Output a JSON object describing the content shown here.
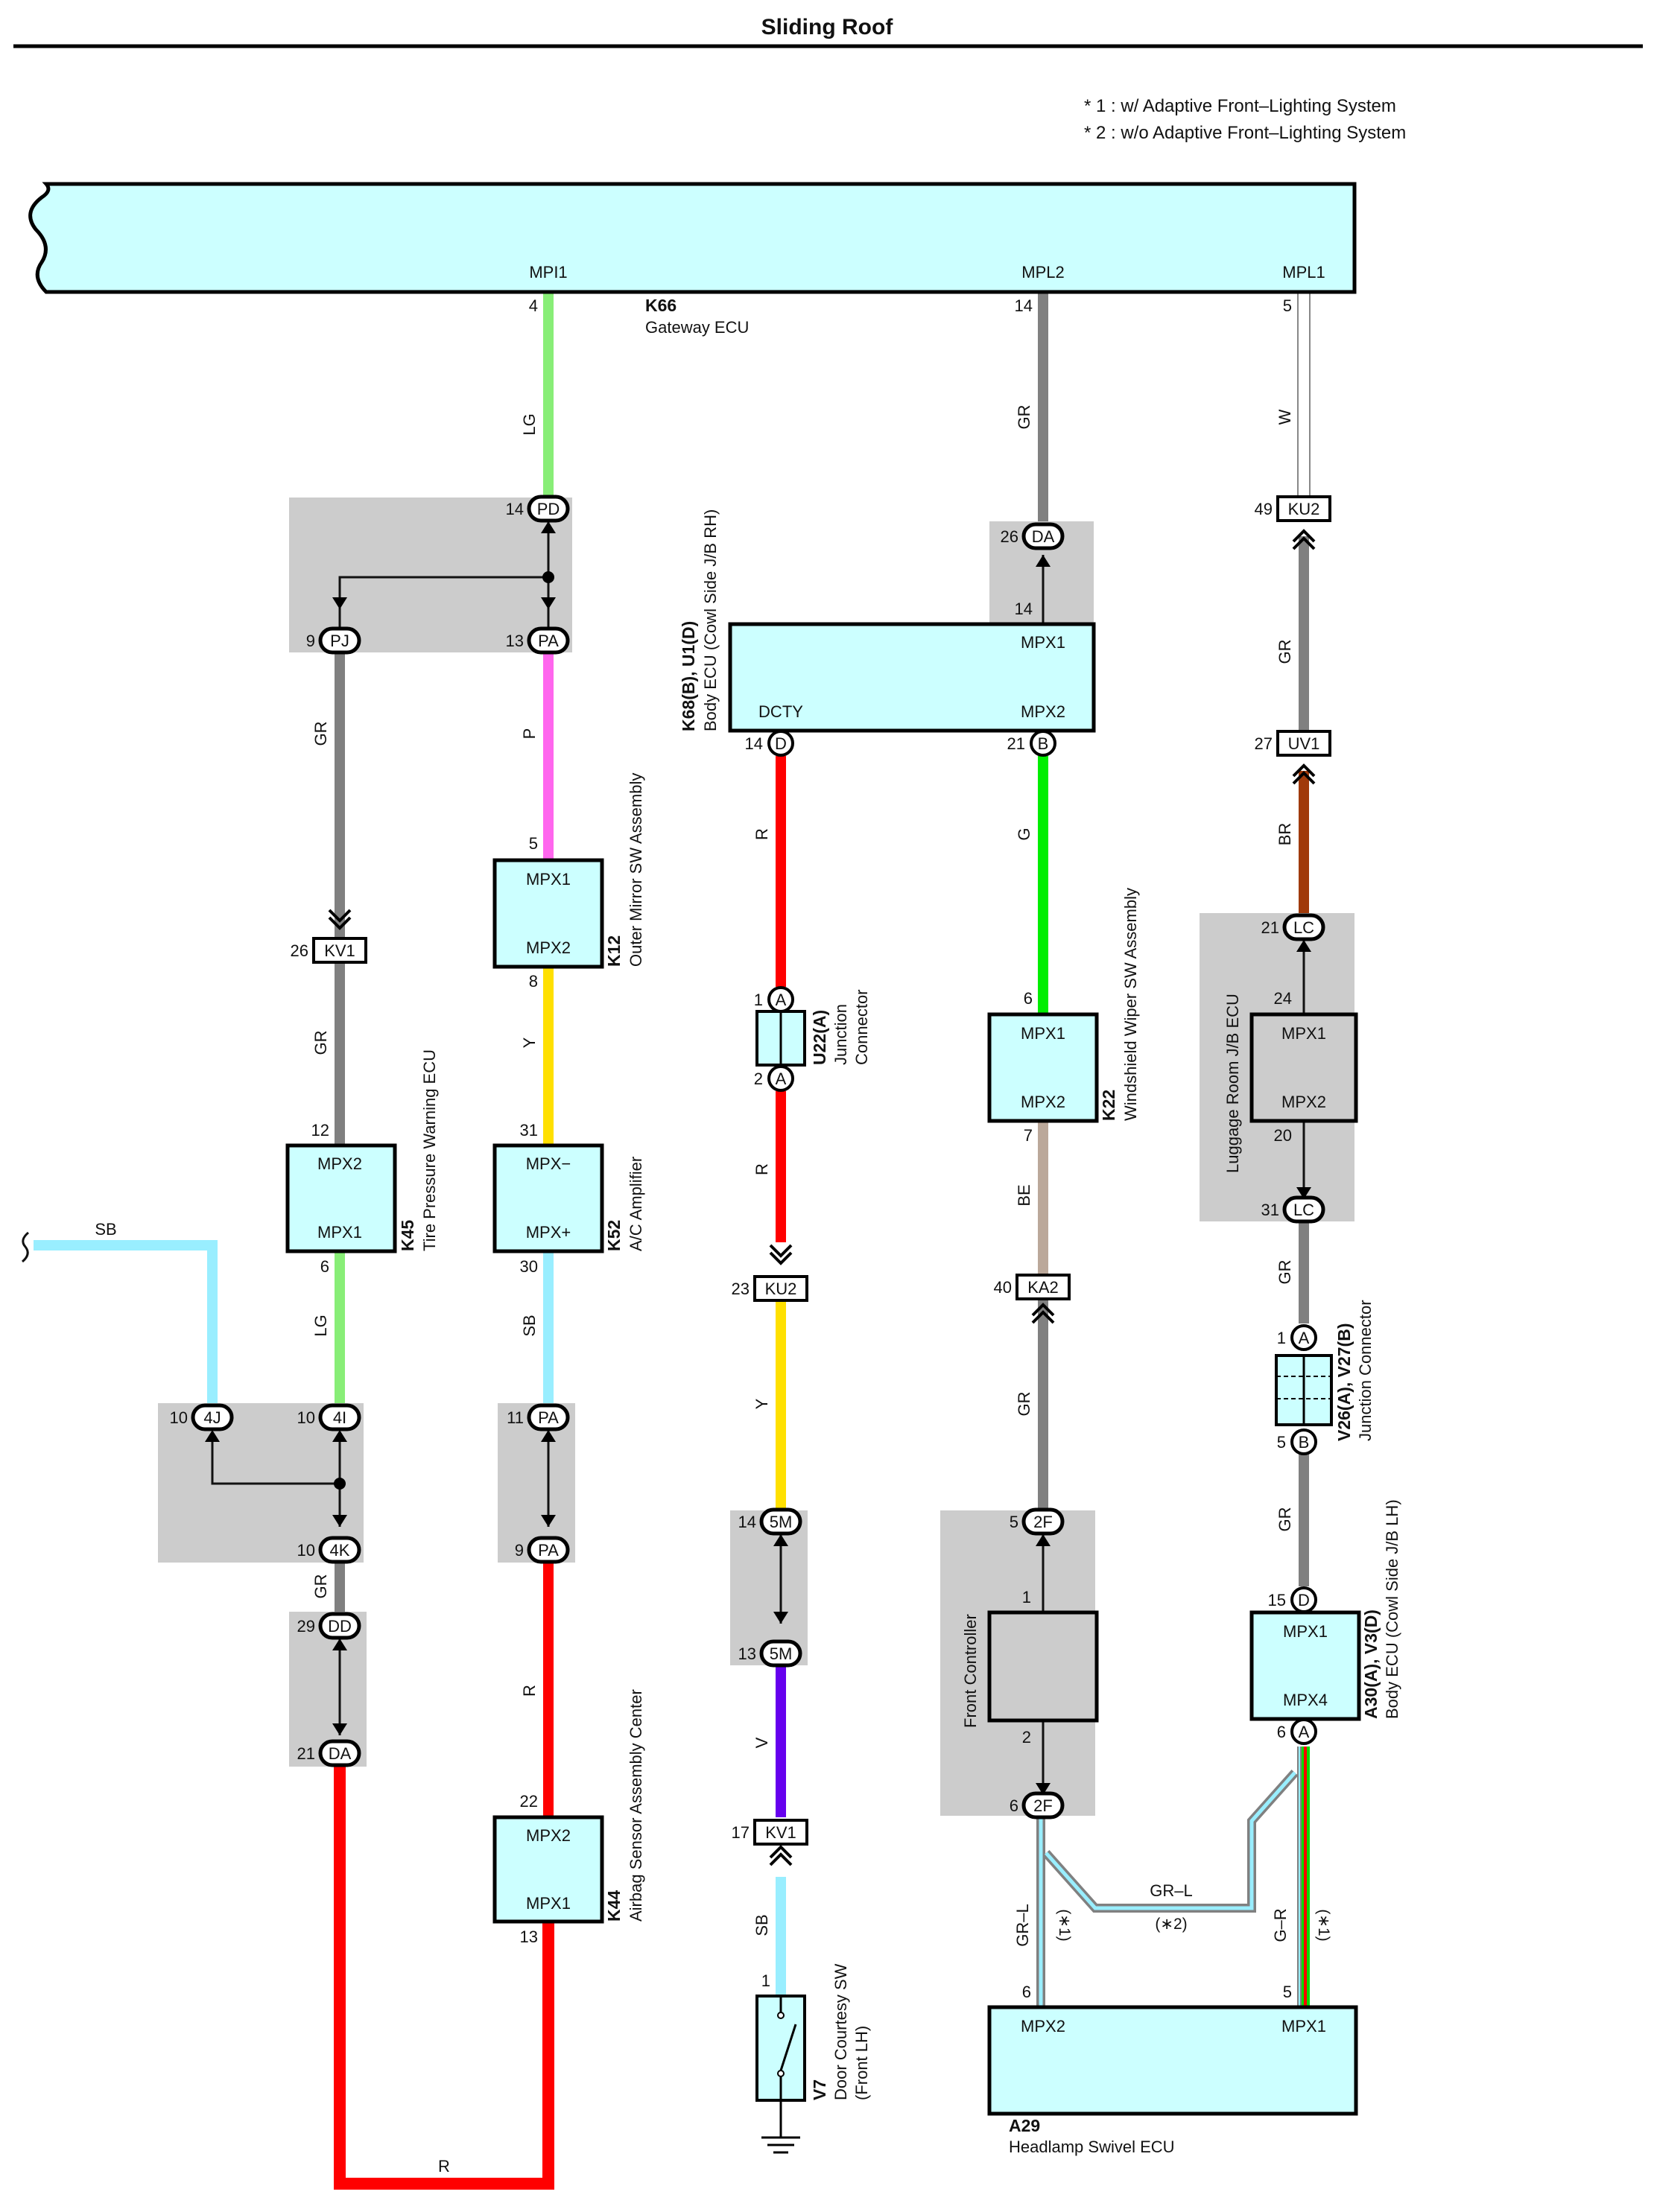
{
  "title": "Sliding Roof",
  "notes": [
    "* 1 : w/ Adaptive Front–Lighting System",
    "* 2 : w/o Adaptive Front–Lighting System"
  ],
  "colors": {
    "component": "#ccffff",
    "shade": "#cccccc",
    "LG": "#88ee77",
    "GR": "#808080",
    "W": "#ffffff",
    "P": "#ff66ee",
    "R": "#ff0000",
    "Y": "#ffe000",
    "SB": "#99eeff",
    "G": "#00ee00",
    "BE": "#bba89a",
    "BR": "#a03a0a",
    "V": "#6600ee",
    "GR-L": "#99eeff",
    "GR-R": "#00dd00"
  },
  "ecu": {
    "code": "K66",
    "name": "Gateway ECU",
    "terminals": [
      "MPI1",
      "MPL2",
      "MPL1"
    ]
  },
  "components": {
    "body_ecu_rh": {
      "code": "K68(B), U1(D)",
      "name": "Body ECU (Cowl Side J/B RH)",
      "t1": "MPX1",
      "t2": "DCTY",
      "t3": "MPX2"
    },
    "k12": {
      "code": "K12",
      "name": "Outer Mirror SW Assembly",
      "t1": "MPX1",
      "t2": "MPX2"
    },
    "k45": {
      "code": "K45",
      "name": "Tire Pressure Warning ECU",
      "t1": "MPX2",
      "t2": "MPX1"
    },
    "k52": {
      "code": "K52",
      "name": "A/C Amplifier",
      "t1": "MPX−",
      "t2": "MPX+"
    },
    "k44": {
      "code": "K44",
      "name": "Airbag Sensor Assembly Center",
      "t1": "MPX2",
      "t2": "MPX1"
    },
    "u22": {
      "code": "U22(A)",
      "name1": "Junction",
      "name2": "Connector"
    },
    "v7": {
      "code": "V7",
      "name1": "Door Courtesy SW",
      "name2": "(Front LH)"
    },
    "k22": {
      "code": "K22",
      "name": "Windshield Wiper SW Assembly",
      "t1": "MPX1",
      "t2": "MPX2"
    },
    "front_ctrl": {
      "name": "Front Controller"
    },
    "luggage": {
      "name": "Luggage Room J/B ECU",
      "t1": "MPX1",
      "t2": "MPX2"
    },
    "v26": {
      "code": "V26(A), V27(B)",
      "name": "Junction Connector"
    },
    "a30": {
      "code": "A30(A), V3(D)",
      "name": "Body ECU (Cowl Side J/B LH)",
      "t1": "MPX1",
      "t2": "MPX4"
    },
    "a29": {
      "code": "A29",
      "name": "Headlamp Swivel ECU",
      "t1": "MPX2",
      "t2": "MPX1"
    }
  },
  "wire_labels": {
    "lg1": "LG",
    "gr_pj": "GR",
    "p": "P",
    "gr_kv1": "GR",
    "y_k12": "Y",
    "lg_k45": "LG",
    "sb_left": "SB",
    "sb_k52": "SB",
    "gr_4k": "GR",
    "r_k44": "R",
    "r_bottom": "R",
    "r_dcty": "R",
    "r_u22": "R",
    "y_ku2": "Y",
    "v": "V",
    "sb_v7": "SB",
    "gr_mpl2": "GR",
    "g": "G",
    "be": "BE",
    "gr_ka2": "GR",
    "grl_left": "GR–L",
    "w": "W",
    "gr_ku2": "GR",
    "br": "BR",
    "gr_lc": "GR",
    "gr_v26": "GR",
    "grl_mid": "GR–L",
    "grr": "G–R",
    "n1a": "(∗1)",
    "n2": "(∗2)",
    "n1b": "(∗1)"
  },
  "connectors": {
    "pd": {
      "pin": "14",
      "code": "PD"
    },
    "pa13": {
      "pin": "13",
      "code": "PA"
    },
    "pj": {
      "pin": "9",
      "code": "PJ"
    },
    "kv1_l": {
      "pin": "26",
      "code": "KV1"
    },
    "j4j": {
      "pin": "10",
      "code": "4J"
    },
    "j4i": {
      "pin": "10",
      "code": "4I"
    },
    "j4k": {
      "pin": "10",
      "code": "4K"
    },
    "pa11": {
      "pin": "11",
      "code": "PA"
    },
    "pa9": {
      "pin": "9",
      "code": "PA"
    },
    "dd": {
      "pin": "29",
      "code": "DD"
    },
    "da21": {
      "pin": "21",
      "code": "DA"
    },
    "da26": {
      "pin": "26",
      "code": "DA"
    },
    "d14": {
      "pin": "14",
      "code": "D"
    },
    "b21": {
      "pin": "21",
      "code": "B"
    },
    "u22a1": {
      "pin": "1",
      "code": "A"
    },
    "u22a2": {
      "pin": "2",
      "code": "A"
    },
    "ku2_m": {
      "pin": "23",
      "code": "KU2"
    },
    "m14": {
      "pin": "14",
      "code": "5M"
    },
    "m13": {
      "pin": "13",
      "code": "5M"
    },
    "kv1_m": {
      "pin": "17",
      "code": "KV1"
    },
    "ka2": {
      "pin": "40",
      "code": "KA2"
    },
    "f5": {
      "pin": "5",
      "code": "2F"
    },
    "f6": {
      "pin": "6",
      "code": "2F"
    },
    "ku2_r": {
      "pin": "49",
      "code": "KU2"
    },
    "uv1": {
      "pin": "27",
      "code": "UV1"
    },
    "lc21": {
      "pin": "21",
      "code": "LC"
    },
    "lc31": {
      "pin": "31",
      "code": "LC"
    },
    "v26a": {
      "pin": "1",
      "code": "A"
    },
    "v26b": {
      "pin": "5",
      "code": "B"
    },
    "d15": {
      "pin": "15",
      "code": "D"
    },
    "a6": {
      "pin": "6",
      "code": "A"
    }
  },
  "pins": {
    "mpi1_4": "4",
    "mpl2_14": "14",
    "mpl1_5": "5",
    "bdy_14": "14",
    "k12_5": "5",
    "k12_8": "8",
    "k45_12": "12",
    "k45_6": "6",
    "k52_31": "31",
    "k52_30": "30",
    "k44_22": "22",
    "k44_13": "13",
    "v7_1": "1",
    "k22_6": "6",
    "k22_7": "7",
    "fc_1": "1",
    "fc_2": "2",
    "lug_24": "24",
    "lug_20": "20",
    "a29_6": "6",
    "a29_5": "5"
  }
}
